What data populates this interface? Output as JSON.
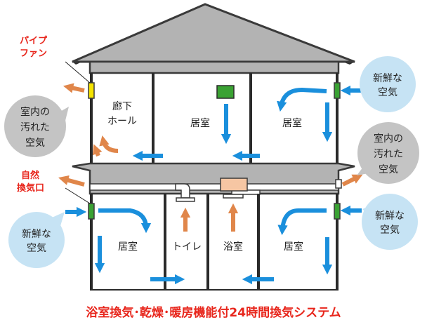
{
  "title": "浴室換気･乾燥･暖房機能付24時間換気システム",
  "callouts": {
    "pipe_fan": [
      "パイプ",
      "ファン"
    ],
    "natural_vent": [
      "自然",
      "換気口"
    ]
  },
  "rooms": {
    "hall": [
      "廊下",
      "ホール"
    ],
    "upper_center": "居室",
    "upper_right": "居室",
    "lower_left": "居室",
    "toilet": "トイレ",
    "bathroom": "浴室",
    "lower_right": "居室"
  },
  "bubbles": {
    "fresh_air_upper_right": [
      "新鮮な",
      "空気"
    ],
    "dirty_air_left": [
      "室内の",
      "汚れた",
      "空気"
    ],
    "dirty_air_right": [
      "室内の",
      "汚れた",
      "空気"
    ],
    "fresh_air_lower_left": [
      "新鮮な",
      "空気"
    ],
    "fresh_air_lower_right": [
      "新鮮な",
      "空気"
    ]
  },
  "colors": {
    "fresh_air_arrow": "#1a8fdc",
    "exhaust_arrow": "#e0864a",
    "callout_text": "#e8261c",
    "roof": "#b3b3b3",
    "bubble_fresh": "#c6e3f4",
    "bubble_dirty": "#c4c4c4",
    "fan": "#f5e400",
    "fan_port": "#3aa233",
    "bath_dryer": "#f6c6a3"
  },
  "icons": [
    "pipe-fan-icon",
    "ceiling-vent-icon",
    "bath-dryer-unit-icon",
    "duct-icon"
  ]
}
